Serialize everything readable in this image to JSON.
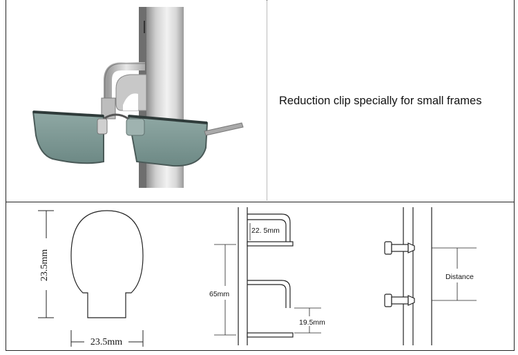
{
  "caption": "Reduction clip specially for small frames",
  "left_diagram": {
    "height_label": "23.5mm",
    "width_label": "23.5mm"
  },
  "middle_diagram": {
    "top_label": "22. 5mm",
    "gap_label": "65mm",
    "bottom_label": "19.5mm"
  },
  "right_diagram": {
    "distance_label": "Distance"
  }
}
